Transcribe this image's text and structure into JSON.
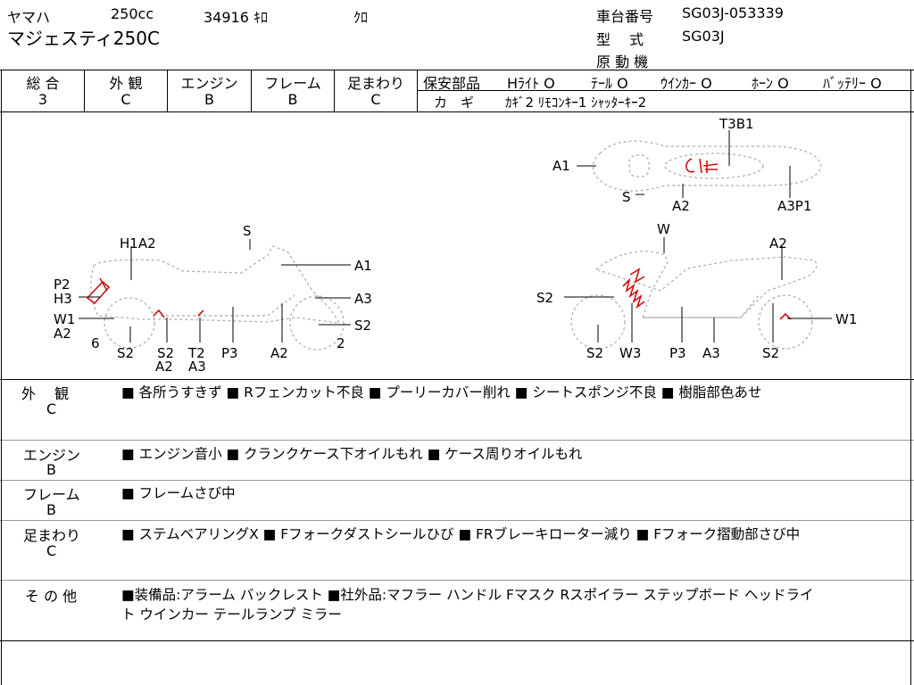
{
  "header": {
    "maker": "ヤマハ",
    "displacement": "250cc",
    "mileage": "34916 ｷﾛ",
    "color": "ｸﾛ",
    "model_name": "マジェスティ250C",
    "frame_no_label": "車台番号",
    "frame_no": "SG03J-053339",
    "model_type_label": "型　 式",
    "model_type": "SG03J",
    "engine_label": "原 動 機",
    "engine_value": ""
  },
  "grades": [
    {
      "label": "総 合",
      "value": "3"
    },
    {
      "label": "外 観",
      "value": "C"
    },
    {
      "label": "エンジン",
      "value": "B"
    },
    {
      "label": "フレーム",
      "value": "B"
    },
    {
      "label": "足まわり",
      "value": "C"
    }
  ],
  "safety": {
    "label": "保安部品",
    "items": [
      {
        "name": "Hﾗｲﾄ",
        "mark": "O"
      },
      {
        "name": "ﾃｰﾙ",
        "mark": "O"
      },
      {
        "name": "ｳｲﾝｶｰ",
        "mark": "O"
      },
      {
        "name": "ﾎｰﾝ",
        "mark": "O"
      },
      {
        "name": "ﾊﾞｯﾃﾘｰ",
        "mark": "O"
      }
    ],
    "keys_label": "カ　ギ",
    "keys_value": "ｶｷﾞ2 ﾘﾓｺﾝｷｰ1 ｼｬｯﾀｰｷｰ2"
  },
  "diagram": {
    "top": {
      "t3b1": "T3B1",
      "a1": "A1",
      "s": "S",
      "a2": "A2",
      "a3p1": "A3P1"
    },
    "left": {
      "s": "S",
      "h1a2": "H1A2",
      "a1": "A1",
      "p2": "P2",
      "h3": "H3",
      "a3": "A3",
      "w1": "W1",
      "a2_w": "A2",
      "s2_r": "S2",
      "six": "6",
      "two": "2",
      "s2_a": "S2",
      "s2_b": "S2",
      "t2": "T2",
      "p3": "P3",
      "a2_b": "A2",
      "a2_c": "A2",
      "a3_b": "A3"
    },
    "right": {
      "w": "W",
      "a2": "A2",
      "s2_l": "S2",
      "w1": "W1",
      "s2_a": "S2",
      "w3": "W3",
      "p3": "P3",
      "a3": "A3",
      "s2_b": "S2"
    }
  },
  "notes": [
    {
      "cat": "外　 観",
      "grade": "C",
      "text": "■ 各所うすきず ■ Rフェンカット不良 ■ プーリーカバー削れ ■ シートスポンジ不良 ■ 樹脂部色あせ",
      "text2": ""
    },
    {
      "cat": "エンジン",
      "grade": "B",
      "text": "■ エンジン音小 ■ クランクケース下オイルもれ ■ ケース周りオイルもれ",
      "text2": ""
    },
    {
      "cat": "フレーム",
      "grade": "B",
      "text": "■ フレームさび中",
      "text2": ""
    },
    {
      "cat": "足まわり",
      "grade": "C",
      "text": "■ ステムベアリングX ■ Fフォークダストシールひび ■ FRブレーキローター減り ■ Fフォーク摺動部さび中",
      "text2": ""
    },
    {
      "cat": "そ の 他",
      "grade": "",
      "text": "■装備品:アラーム バックレスト ■社外品:マフラー ハンドル Fマスク Rスポイラー ステップボード ヘッドライ",
      "text2": "ト ウインカー テールランプ ミラー"
    }
  ],
  "colors": {
    "ink": "#000000",
    "line": "#999999",
    "mark_red": "#d01010"
  }
}
